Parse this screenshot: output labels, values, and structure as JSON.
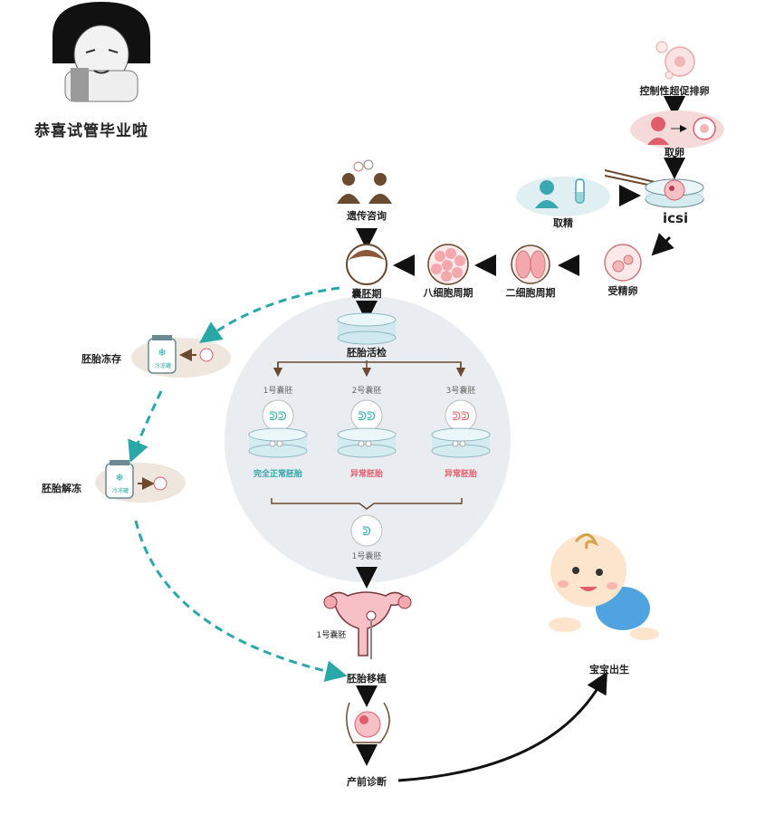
{
  "meme": {
    "caption": "恭喜试管毕业啦"
  },
  "steps": {
    "ovarian_stimulation": "控制性超促排卵",
    "egg_retrieval": "取卵",
    "sperm_retrieval": "取精",
    "icsi": "icsi",
    "fertilized_egg": "受精卵",
    "two_cell": "二细胞周期",
    "eight_cell": "八细胞周期",
    "blastocyst": "囊胚期",
    "genetic_counseling": "遗传咨询",
    "embryo_biopsy": "胚胎活检",
    "embryo_freezing": "胚胎冻存",
    "embryo_thawing": "胚胎解冻",
    "embryo_transfer": "胚胎移植",
    "prenatal_diagnosis": "产前诊断",
    "baby_birth": "宝宝出生"
  },
  "embryos": [
    {
      "name": "1号囊胚",
      "result": "完全正常胚胎"
    },
    {
      "name": "2号囊胚",
      "result": "异常胚胎"
    },
    {
      "name": "3号囊胚",
      "result": "异常胚胎"
    }
  ],
  "selected_embryo": "1号囊胚",
  "uterus_label": "1号囊胚",
  "jar_label": "冷冻罐",
  "colors": {
    "teal": "#2aa7a7",
    "pink": "#e05d6b",
    "brown": "#5a3a22",
    "circle_bg": "#e9edf2"
  }
}
